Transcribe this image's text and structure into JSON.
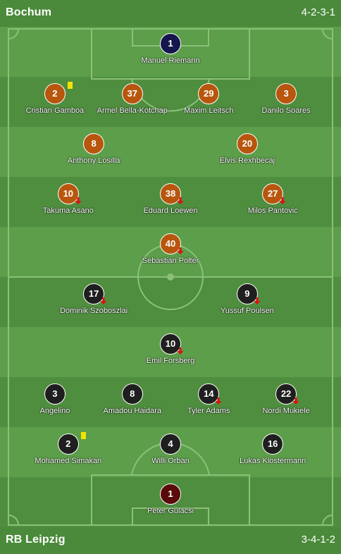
{
  "home": {
    "name": "Bochum",
    "formation": "4-2-3-1",
    "players": [
      {
        "number": "1",
        "name": "Manuel Riemann",
        "row": 0,
        "col": 0.5,
        "kit": "boc-gk",
        "sub": false,
        "card": false
      },
      {
        "number": "2",
        "name": "Cristian Gamboa",
        "row": 1,
        "col": 0.161,
        "kit": "boc",
        "sub": false,
        "card": true
      },
      {
        "number": "37",
        "name": "Armel Bella-Kotchap",
        "row": 1,
        "col": 0.388,
        "kit": "boc",
        "sub": false,
        "card": false
      },
      {
        "number": "29",
        "name": "Maxim Leitsch",
        "row": 1,
        "col": 0.612,
        "kit": "boc",
        "sub": false,
        "card": false
      },
      {
        "number": "3",
        "name": "Danilo Soares",
        "row": 1,
        "col": 0.839,
        "kit": "boc",
        "sub": false,
        "card": false
      },
      {
        "number": "8",
        "name": "Anthony Losilla",
        "row": 2,
        "col": 0.275,
        "kit": "boc",
        "sub": false,
        "card": false
      },
      {
        "number": "20",
        "name": "Elvis Rexhbecaj",
        "row": 2,
        "col": 0.725,
        "kit": "boc",
        "sub": false,
        "card": false
      },
      {
        "number": "10",
        "name": "Takuma Asano",
        "row": 3,
        "col": 0.2,
        "kit": "boc",
        "sub": true,
        "card": false
      },
      {
        "number": "38",
        "name": "Eduard Loewen",
        "row": 3,
        "col": 0.5,
        "kit": "boc",
        "sub": true,
        "card": false
      },
      {
        "number": "27",
        "name": "Milos Pantovic",
        "row": 3,
        "col": 0.8,
        "kit": "boc",
        "sub": true,
        "card": false
      },
      {
        "number": "40",
        "name": "Sebastian Polter",
        "row": 4,
        "col": 0.5,
        "kit": "boc",
        "sub": true,
        "card": false
      }
    ]
  },
  "away": {
    "name": "RB Leipzig",
    "formation": "3-4-1-2",
    "players": [
      {
        "number": "17",
        "name": "Dominik Szoboszlai",
        "row": 5,
        "col": 0.275,
        "kit": "rbl",
        "sub": true,
        "card": false
      },
      {
        "number": "9",
        "name": "Yussuf Poulsen",
        "row": 5,
        "col": 0.725,
        "kit": "rbl",
        "sub": true,
        "card": false
      },
      {
        "number": "10",
        "name": "Emil Forsberg",
        "row": 6,
        "col": 0.5,
        "kit": "rbl",
        "sub": true,
        "card": false
      },
      {
        "number": "3",
        "name": "Angelino",
        "row": 7,
        "col": 0.161,
        "kit": "rbl",
        "sub": false,
        "card": false
      },
      {
        "number": "8",
        "name": "Amadou Haidara",
        "row": 7,
        "col": 0.388,
        "kit": "rbl",
        "sub": false,
        "card": false
      },
      {
        "number": "14",
        "name": "Tyler Adams",
        "row": 7,
        "col": 0.612,
        "kit": "rbl",
        "sub": true,
        "card": false
      },
      {
        "number": "22",
        "name": "Nordi Mukiele",
        "row": 7,
        "col": 0.839,
        "kit": "rbl",
        "sub": true,
        "card": false
      },
      {
        "number": "2",
        "name": "Mohamed Simakan",
        "row": 8,
        "col": 0.2,
        "kit": "rbl",
        "sub": false,
        "card": true
      },
      {
        "number": "4",
        "name": "Willi Orban",
        "row": 8,
        "col": 0.5,
        "kit": "rbl",
        "sub": false,
        "card": false
      },
      {
        "number": "16",
        "name": "Lukas Klostermann",
        "row": 8,
        "col": 0.8,
        "kit": "rbl",
        "sub": false,
        "card": false
      },
      {
        "number": "1",
        "name": "Peter Gulacsi",
        "row": 9,
        "col": 0.5,
        "kit": "rbl-gk",
        "sub": false,
        "card": false
      }
    ]
  },
  "colors": {
    "background": "#4a8a3a",
    "stripe_light": "#5c9e4a",
    "stripe_dark": "#4f8e3f",
    "bochum_kit": "#b8560e",
    "bochum_gk_kit": "#16164e",
    "leipzig_kit": "#1f1f1f",
    "leipzig_gk_kit": "#5a0a0a",
    "sub_arrow": "#e01010",
    "yellow_card": "#f2e400"
  },
  "icons": {
    "substitution": "sub-off-arrow-icon",
    "booking": "yellow-card-icon"
  }
}
